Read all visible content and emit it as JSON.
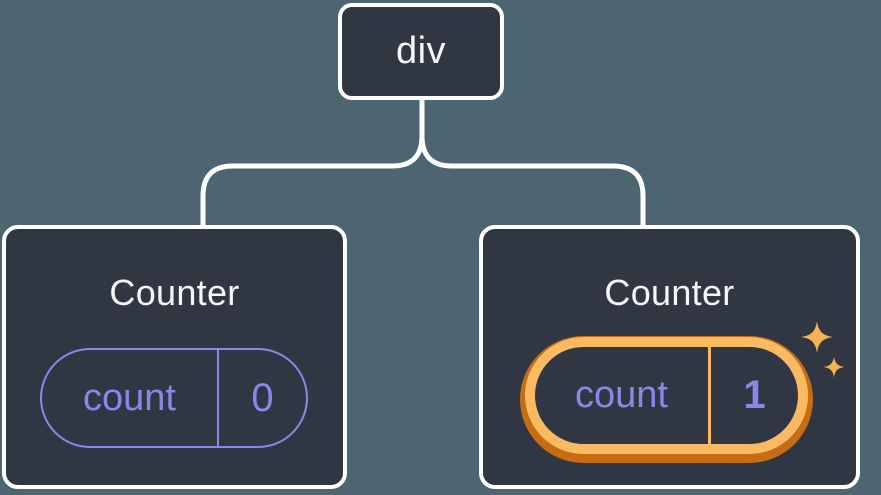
{
  "diagram": {
    "root": {
      "label": "div"
    },
    "children": [
      {
        "title": "Counter",
        "state_key": "count",
        "state_value": "0",
        "highlighted": false
      },
      {
        "title": "Counter",
        "state_key": "count",
        "state_value": "1",
        "highlighted": true
      }
    ]
  },
  "icons": {
    "sparkles": "sparkles-icon"
  },
  "colors": {
    "background": "#4d6570",
    "card": "#313742",
    "outline": "#ffffff",
    "text": "#f4f6f8",
    "state": "#8a87e8",
    "highlight": "#f9ba62",
    "highlight_dark": "#c76c15",
    "sparkle": "#f6b157"
  }
}
